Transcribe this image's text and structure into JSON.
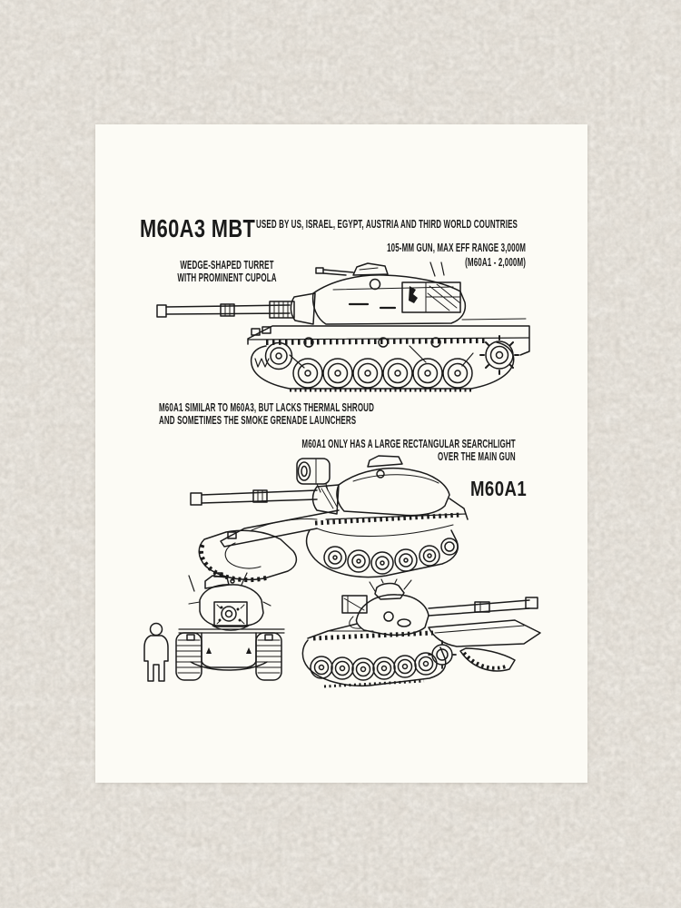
{
  "scene": {
    "wall_color": "#e8e3db",
    "paper_color": "#fcfbf5",
    "ink_color": "#1b1b1b",
    "description": "Art print of a military blueprint-style diagram hung on a stucco wall"
  },
  "poster": {
    "title": "M60A3 MBT",
    "usage_note": "USED BY US, ISRAEL, EGYPT, AUSTRIA AND THIRD WORLD COUNTRIES",
    "gun_note": {
      "line1": "105-MM GUN, MAX EFF RANGE 3,000M",
      "line2": "(M60A1 - 2,000M)"
    },
    "turret_note": {
      "line1": "WEDGE-SHAPED TURRET",
      "line2": "WITH PROMINENT CUPOLA"
    },
    "variant_note": {
      "line1": "M60A1 SIMILAR TO M60A3, BUT LACKS THERMAL SHROUD",
      "line2": "AND SOMETIMES THE SMOKE GRENADE LAUNCHERS"
    },
    "searchlight_note": {
      "line1": "M60A1 ONLY HAS A LARGE RECTANGULAR SEARCHLIGHT",
      "line2": "OVER THE MAIN GUN"
    },
    "variant_label": "M60A1",
    "drawings": {
      "side_view": "m60a3-side-view-line-drawing",
      "three_quarter_view": "m60a1-three-quarter-view-line-drawing",
      "front_view": "m60-front-view-line-drawing",
      "scale_figure": "human-scale-figure-outline",
      "right_view": "m60-three-quarter-right-view-line-drawing"
    }
  }
}
